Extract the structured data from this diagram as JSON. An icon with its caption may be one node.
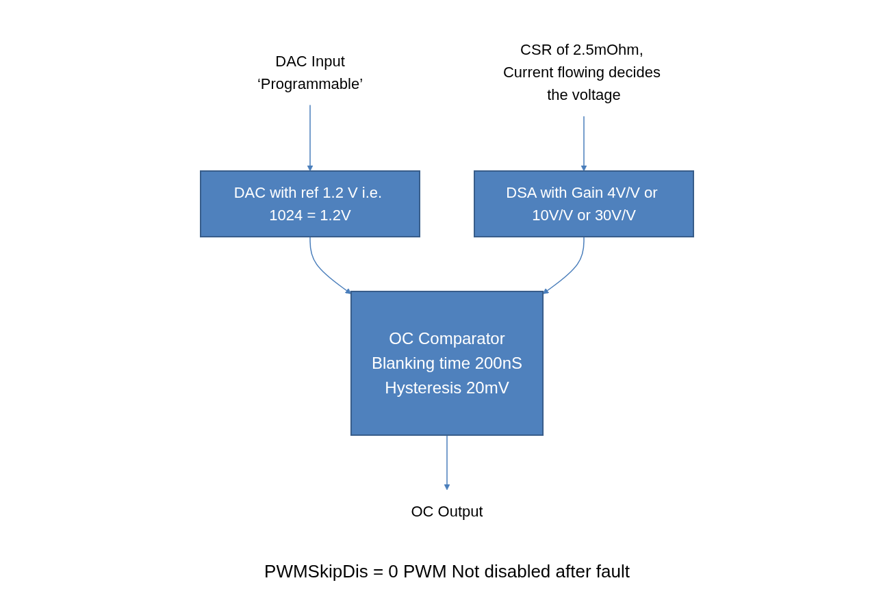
{
  "diagram": {
    "nodes": [
      {
        "text": [
          "DAC Input",
          "‘Programmable’"
        ]
      },
      {
        "text": [
          "DAC with ref 1.2 V i.e. 1024 = 1.2V"
        ]
      },
      {
        "text": [
          "DSA with Gain 4V/V or 10V/V or 30V/V"
        ]
      },
      {
        "text": [
          "CSR of 2.5mOhm, Current flowing decides the voltage"
        ]
      },
      {
        "text": [
          "OC Comparator",
          "Blanking time 200nS",
          "Hysteresis 20mV"
        ]
      },
      {
        "text": [
          "OC Output"
        ]
      }
    ],
    "edges": [
      {
        "from": 0,
        "to": 1,
        "arrow": "to"
      },
      {
        "from": 3,
        "to": 2,
        "arrow": "to"
      },
      {
        "from": 1,
        "to": 4,
        "arrow": "to"
      },
      {
        "from": 2,
        "to": 4,
        "arrow": "to"
      },
      {
        "from": 4,
        "to": 5,
        "arrow": "to"
      }
    ],
    "labels": [
      "PWMSkipDis = 0 PWM Not disabled after fault"
    ]
  }
}
